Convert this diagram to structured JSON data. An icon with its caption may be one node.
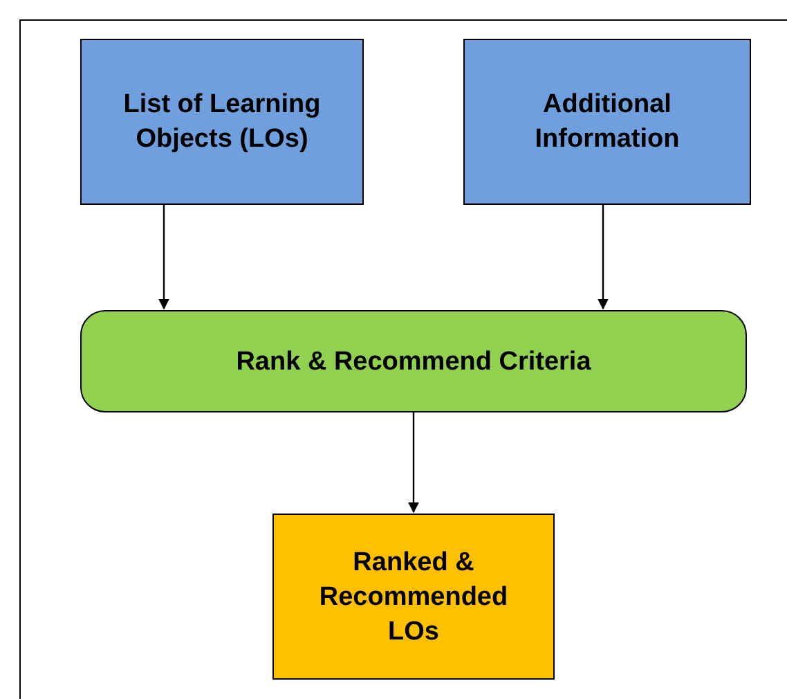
{
  "diagram": {
    "nodes": [
      {
        "text": [
          "List of Learning Objects (LOs)"
        ]
      },
      {
        "text": [
          "Additional Information"
        ]
      },
      {
        "text": [
          "Rank & Recommend Criteria"
        ]
      },
      {
        "text": [
          "Ranked & Recommended LOs"
        ]
      }
    ],
    "edges": [
      {
        "from": 0,
        "to": 2,
        "arrow": "to"
      },
      {
        "from": 1,
        "to": 2,
        "arrow": "to"
      },
      {
        "from": 2,
        "to": 3,
        "arrow": "to"
      }
    ]
  }
}
